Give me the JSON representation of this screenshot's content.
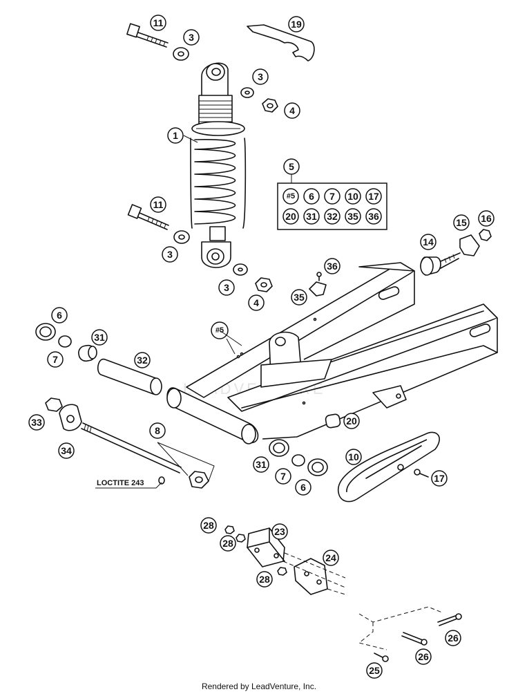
{
  "callouts": [
    {
      "id": "c11a",
      "label": "11"
    },
    {
      "id": "c19",
      "label": "19"
    },
    {
      "id": "c3a",
      "label": "3"
    },
    {
      "id": "c3b",
      "label": "3"
    },
    {
      "id": "c4a",
      "label": "4"
    },
    {
      "id": "c1",
      "label": "1"
    },
    {
      "id": "c5",
      "label": "5"
    },
    {
      "id": "c11b",
      "label": "11"
    },
    {
      "id": "c3c",
      "label": "3"
    },
    {
      "id": "c14",
      "label": "14"
    },
    {
      "id": "c15",
      "label": "15"
    },
    {
      "id": "c16",
      "label": "16"
    },
    {
      "id": "c36",
      "label": "36"
    },
    {
      "id": "c3d",
      "label": "3"
    },
    {
      "id": "c35",
      "label": "35"
    },
    {
      "id": "c4b",
      "label": "4"
    },
    {
      "id": "c6a",
      "label": "6"
    },
    {
      "id": "c31a",
      "label": "31"
    },
    {
      "id": "c5b",
      "label": "#5"
    },
    {
      "id": "c7a",
      "label": "7"
    },
    {
      "id": "c32",
      "label": "32"
    },
    {
      "id": "c33",
      "label": "33"
    },
    {
      "id": "c34",
      "label": "34"
    },
    {
      "id": "c8",
      "label": "8"
    },
    {
      "id": "c20",
      "label": "20"
    },
    {
      "id": "c10",
      "label": "10"
    },
    {
      "id": "c31b",
      "label": "31"
    },
    {
      "id": "c7b",
      "label": "7"
    },
    {
      "id": "c6b",
      "label": "6"
    },
    {
      "id": "c17",
      "label": "17"
    },
    {
      "id": "c28a",
      "label": "28"
    },
    {
      "id": "c23",
      "label": "23"
    },
    {
      "id": "c28b",
      "label": "28"
    },
    {
      "id": "c24",
      "label": "24"
    },
    {
      "id": "c28c",
      "label": "28"
    },
    {
      "id": "c26a",
      "label": "26"
    },
    {
      "id": "c26b",
      "label": "26"
    },
    {
      "id": "c25",
      "label": "25"
    }
  ],
  "kit_box": {
    "items": [
      "#5",
      "6",
      "7",
      "10",
      "17",
      "20",
      "31",
      "32",
      "35",
      "36"
    ]
  },
  "loctite_label": "LOCTITE 243",
  "watermark": "LEADVENTURE",
  "credit": "Rendered by LeadVenture, Inc."
}
